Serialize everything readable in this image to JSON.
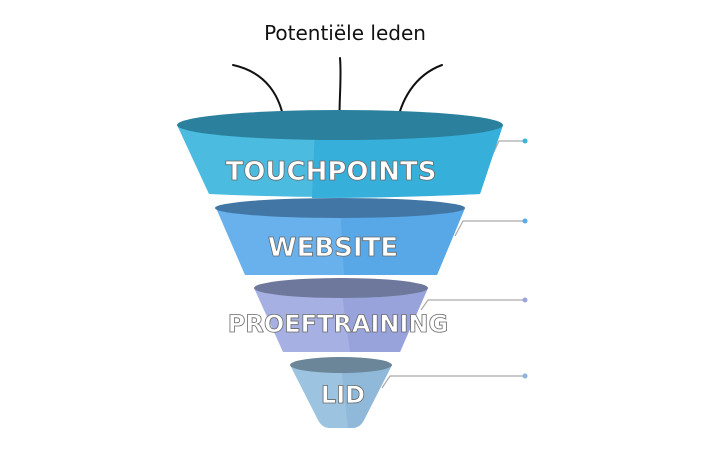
{
  "title": "Potentiële leden",
  "tiers": [
    {
      "label": "TOUCHPOINTS",
      "color": "#3bb3da",
      "top_color": "#2a809d"
    },
    {
      "label": "WEBSITE",
      "color": "#5aa9e8",
      "top_color": "#4277a5"
    },
    {
      "label": "PROEFTRAINING",
      "color": "#9aa6dd",
      "top_color": "#6e789c"
    },
    {
      "label": "LID",
      "color": "#9cc3e0",
      "top_color": "#6b8599"
    }
  ]
}
